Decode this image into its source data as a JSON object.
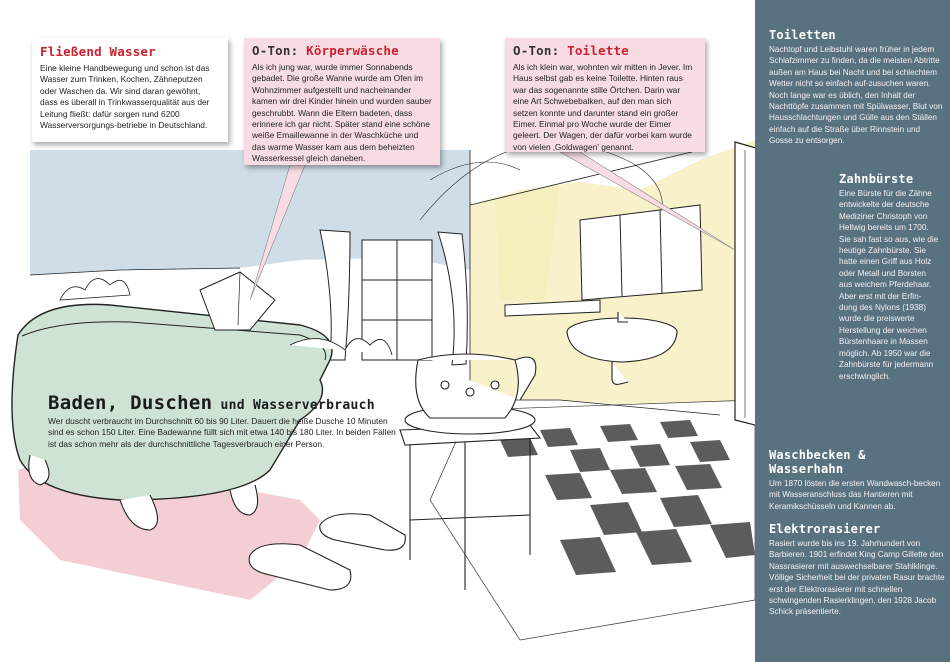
{
  "boxes": {
    "fliessend": {
      "title": "Fließend Wasser",
      "text": "Eine kleine Handbewegung und schon ist das Wasser zum Trinken, Kochen, Zähneputzen oder Waschen da. Wir sind daran gewöhnt, dass es überall in Trinkwasserqualität aus der Leitung fließt: dafür sorgen rund 6200 Wasserversorgungs-betriebe in Deutschland."
    },
    "koerperwaesche": {
      "title_prefix": "O-Ton: ",
      "title_accent": "Körperwäsche",
      "text": "Als ich jung war, wurde immer Sonnabends gebadet. Die große Wanne wurde am Ofen im Wohnzimmer aufgestellt und nacheinander kamen wir drei Kinder hinein und wurden sauber geschrubbt. Wann die Eltern badeten, dass erinnere ich gar nicht. Später stand eine schöne weiße Emaillewanne in der Waschküche und das warme Wasser kam aus dem beheizten Wasserkessel gleich daneben."
    },
    "toilette": {
      "title_prefix": "O-Ton: ",
      "title_accent": "Toilette",
      "text": "Als ich klein war, wohnten wir mitten in Jever. Im Haus selbst gab es keine Toilette. Hinten raus war das sogenannte stille Örtchen. Darin war eine Art Schwebebalken, auf den man sich setzen konnte und darunter stand ein großer Eimer. Einmal pro Woche wurde der Eimer geleert. Der Wagen, der dafür vorbei kam wurde von vielen ‚Goldwagen' genannt."
    }
  },
  "baden": {
    "title_big": "Baden, Duschen",
    "title_small": " und Wasserverbrauch",
    "text": "Wer duscht verbraucht im Durchschnitt 60 bis 90 Liter. Dauert die heiße Dusche 10 Minuten sind es schon 150 Liter. Eine Badewanne füllt sich mit etwa 140 bis 180 Liter. In beiden Fällen ist das schon mehr als der durchschnittliche Tagesverbrauch einer Person."
  },
  "sidebar": {
    "toiletten": {
      "title": "Toiletten",
      "text": "Nachtopf und Leibstuhl waren früher in jedem Schlafzimmer zu finden, da die meisten Abtritte außen am Haus bei Nacht und bei schlechtem Wetter nicht so einfach auf-zusuchen waren. Noch lange war es üblich, den Inhalt der Nachttöpfe zusammen mit Spülwasser, Blut von Hausschlachtungen und Gülle aus den Ställen einfach auf die Straße über Rinnstein und Gosse zu entsorgen."
    },
    "zahnbuerste": {
      "title": "Zahnbürste",
      "text": "Eine Bürste für die Zähne entwickelte der deutsche Mediziner Christoph von Hellwig bereits um 1700. Sie sah fast so aus, wie die heutige Zahnbürste. Sie hatte einen Griff aus Holz oder Metall und Borsten aus weichem Pferdehaar. Aber erst mit der Erfin-dung des Nylons (1938) wurde die preiswerte Herstellung der weichen Bürstenhaare in Massen möglich. Ab 1950 war die Zahnbürste für jedermann erschwinglich."
    },
    "waschbecken": {
      "title_line1": "Waschbecken &",
      "title_line2": "Wasserhahn",
      "text": "Um 1870 lösten die ersten Wandwasch-becken mit Wasseranschluss das Hantieren mit Keramikschüsseln und Kannen ab."
    },
    "elektrorasierer": {
      "title": "Elektrorasierer",
      "text": "Rasiert wurde bis ins 19. Jahrhundert von Barbieren. 1901 erfindet King Camp Gillette den Nassrasierer mit auswechselbarer Stahlklinge. Völlige Sicherheit bei der privaten Rasur brachte erst der Elektrorasierer mit schnellen schwingenden Rasierklingen, den 1928 Jacob Schick präsentierte."
    }
  },
  "colors": {
    "sidebar_bg": "#597280",
    "accent_red": "#d01f2f",
    "pink_box": "#f7dde3",
    "wall_blue": "#cfdde8",
    "wall_yellow": "#f7f0c4",
    "tub_green": "#cfe3d5",
    "rug_pink": "#f3cfd5"
  },
  "icons": [
    "bathtub-illustration",
    "wash-basin-illustration",
    "heart-door-illustration",
    "pitcher-bowl-illustration",
    "slippers-illustration"
  ]
}
